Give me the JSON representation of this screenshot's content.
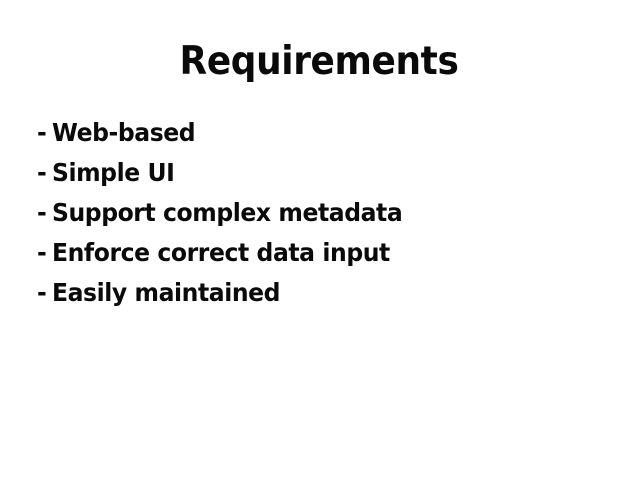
{
  "slide": {
    "title": "Requirements",
    "background_color": "#ffffff",
    "text_color": "#0a0a0a",
    "bullet_marker": "-",
    "bullets": [
      {
        "text": "Web-based"
      },
      {
        "text": "Simple UI"
      },
      {
        "text": "Support complex metadata"
      },
      {
        "text": "Enforce correct data input"
      },
      {
        "text": "Easily maintained"
      }
    ]
  }
}
